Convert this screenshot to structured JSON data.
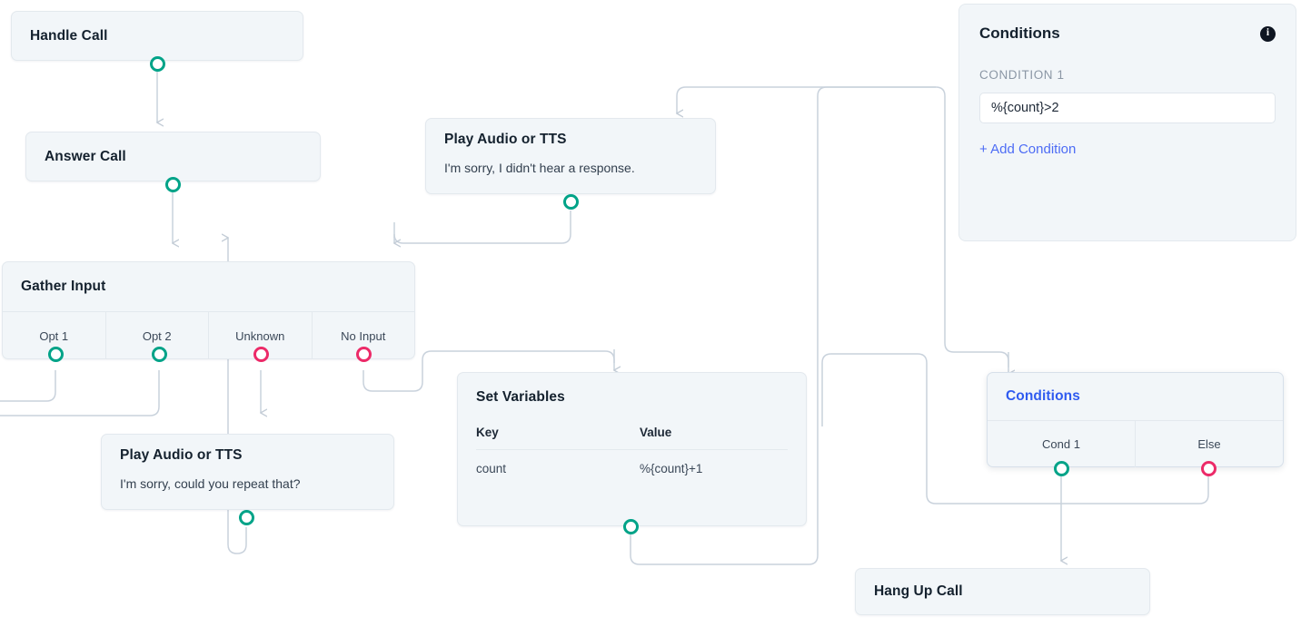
{
  "flow": {
    "nodes": [
      {
        "id": "handle-call",
        "title": "Handle Call"
      },
      {
        "id": "answer-call",
        "title": "Answer Call"
      },
      {
        "id": "gather-input",
        "title": "Gather Input",
        "outputs": [
          {
            "label": "Opt 1",
            "handle": "green"
          },
          {
            "label": "Opt 2",
            "handle": "green"
          },
          {
            "label": "Unknown",
            "handle": "pink"
          },
          {
            "label": "No Input",
            "handle": "pink"
          }
        ]
      },
      {
        "id": "play-audio-noinput",
        "title": "Play Audio or TTS",
        "subtitle": "I'm sorry, I didn't hear a response."
      },
      {
        "id": "play-audio-unknown",
        "title": "Play Audio or TTS",
        "subtitle": "I'm sorry, could you repeat that?"
      },
      {
        "id": "set-variables",
        "title": "Set Variables",
        "table": {
          "headers": [
            "Key",
            "Value"
          ],
          "rows": [
            [
              "count",
              "%{count}+1"
            ]
          ]
        }
      },
      {
        "id": "conditions-node",
        "title": "Conditions",
        "outputs": [
          {
            "label": "Cond 1",
            "handle": "green"
          },
          {
            "label": "Else",
            "handle": "pink"
          }
        ]
      },
      {
        "id": "hang-up-call",
        "title": "Hang Up Call"
      }
    ]
  },
  "panel": {
    "title": "Conditions",
    "info_icon": "info-icon",
    "condition_label": "CONDITION 1",
    "condition_value": "%{count}>2",
    "add_condition_label": "+ Add Condition"
  },
  "colors": {
    "handle_green": "#00a388",
    "handle_pink": "#ec2a68",
    "node_bg": "#f2f6f9",
    "node_border": "#e3e9ee",
    "edge": "#c9d2dc",
    "link_blue": "#4d6cf5",
    "title_blue": "#2f5bf0"
  }
}
